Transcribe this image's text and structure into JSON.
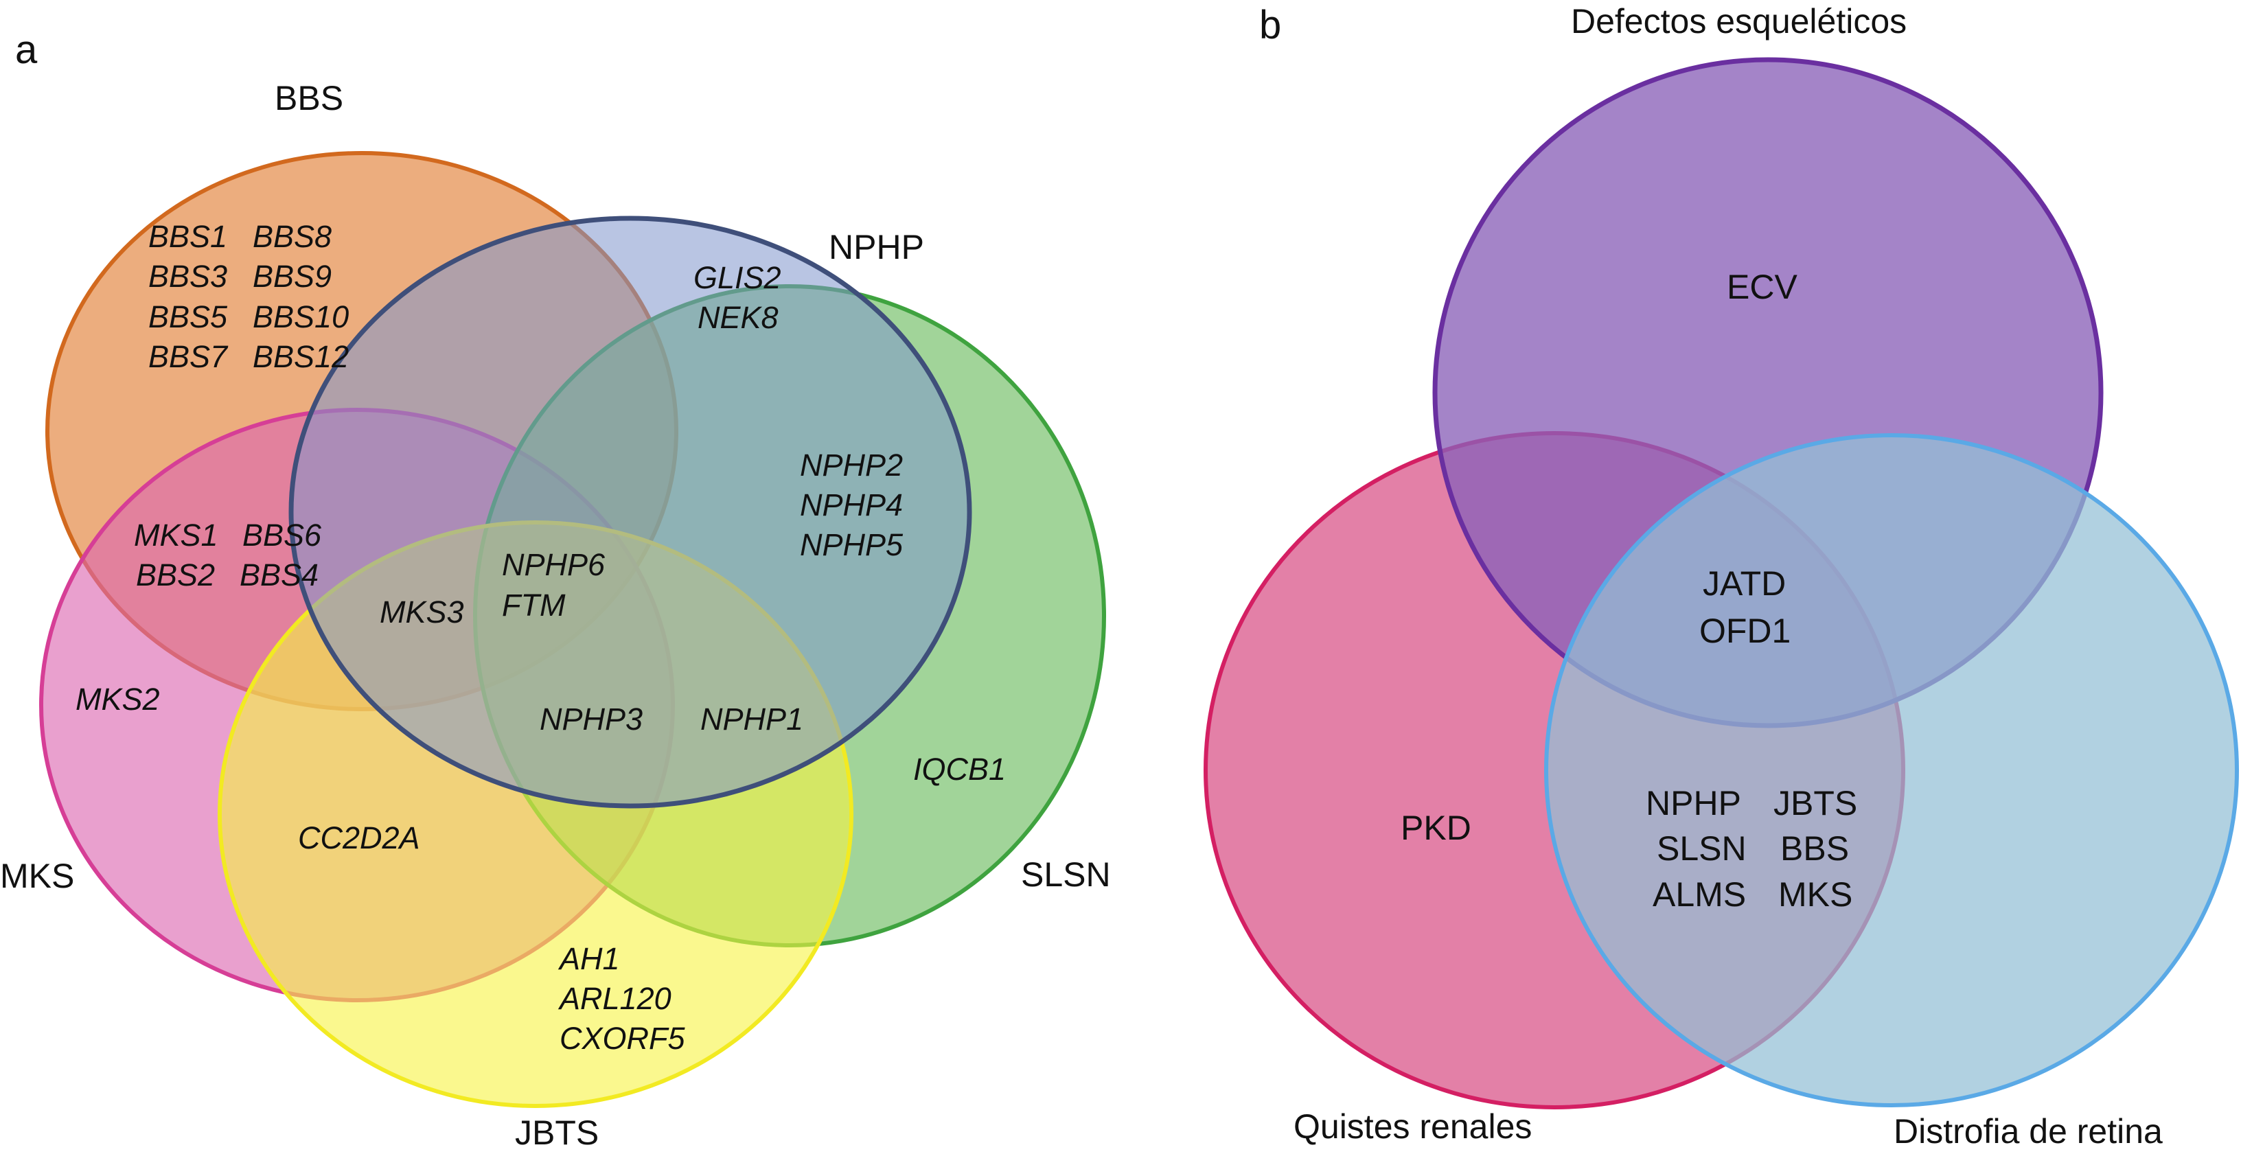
{
  "panel_a": {
    "letter": "a",
    "sets": {
      "bbs": {
        "label": "BBS",
        "color": "#D2691E",
        "fill": "#E07A2E"
      },
      "nphp": {
        "label": "NPHP",
        "color": "#3F4F7A",
        "fill": "#7F95CC"
      },
      "slsn": {
        "label": "SLSN",
        "color": "#3FA33F",
        "fill": "#74BF68"
      },
      "mks": {
        "label": "MKS",
        "color": "#D63E96",
        "fill": "#DC66B0"
      },
      "jbts": {
        "label": "JBTS",
        "color": "#F2EA22",
        "fill": "#F7F342"
      }
    },
    "genes": {
      "bbs_only": [
        "BBS1",
        "BBS8",
        "BBS3",
        "BBS9",
        "BBS5",
        "BBS10",
        "BBS7",
        "BBS12"
      ],
      "nphp_only": [
        "GLIS2",
        "NEK8"
      ],
      "nphp_slsn": [
        "NPHP2",
        "NPHP4",
        "NPHP5"
      ],
      "bbs_mks": [
        "MKS1",
        "BBS6",
        "BBS2",
        "BBS4"
      ],
      "mks3": "MKS3",
      "center": [
        "NPHP6",
        "FTM"
      ],
      "mks_only": "MKS2",
      "nphp3": "NPHP3",
      "nphp1": "NPHP1",
      "slsn_only": "IQCB1",
      "mks_jbts": "CC2D2A",
      "jbts_only": [
        "AH1",
        "ARL120",
        "CXORF5"
      ]
    }
  },
  "panel_b": {
    "letter": "b",
    "sets": {
      "skeletal": {
        "label": "Defectos esqueléticos",
        "color": "#6A2FA0",
        "fill": "#8B61B8"
      },
      "renal": {
        "label": "Quistes renales",
        "color": "#D41F63",
        "fill": "#D9558A"
      },
      "retina": {
        "label": "Distrofia de retina",
        "color": "#5AA9E6",
        "fill": "#93BFD6"
      }
    },
    "regions": {
      "skeletal_only": "ECV",
      "renal_only": "PKD",
      "triple": [
        "JATD",
        "OFD1"
      ],
      "renal_retina": [
        "NPHP",
        "JBTS",
        "SLSN",
        "BBS",
        "ALMS",
        "MKS"
      ]
    }
  }
}
